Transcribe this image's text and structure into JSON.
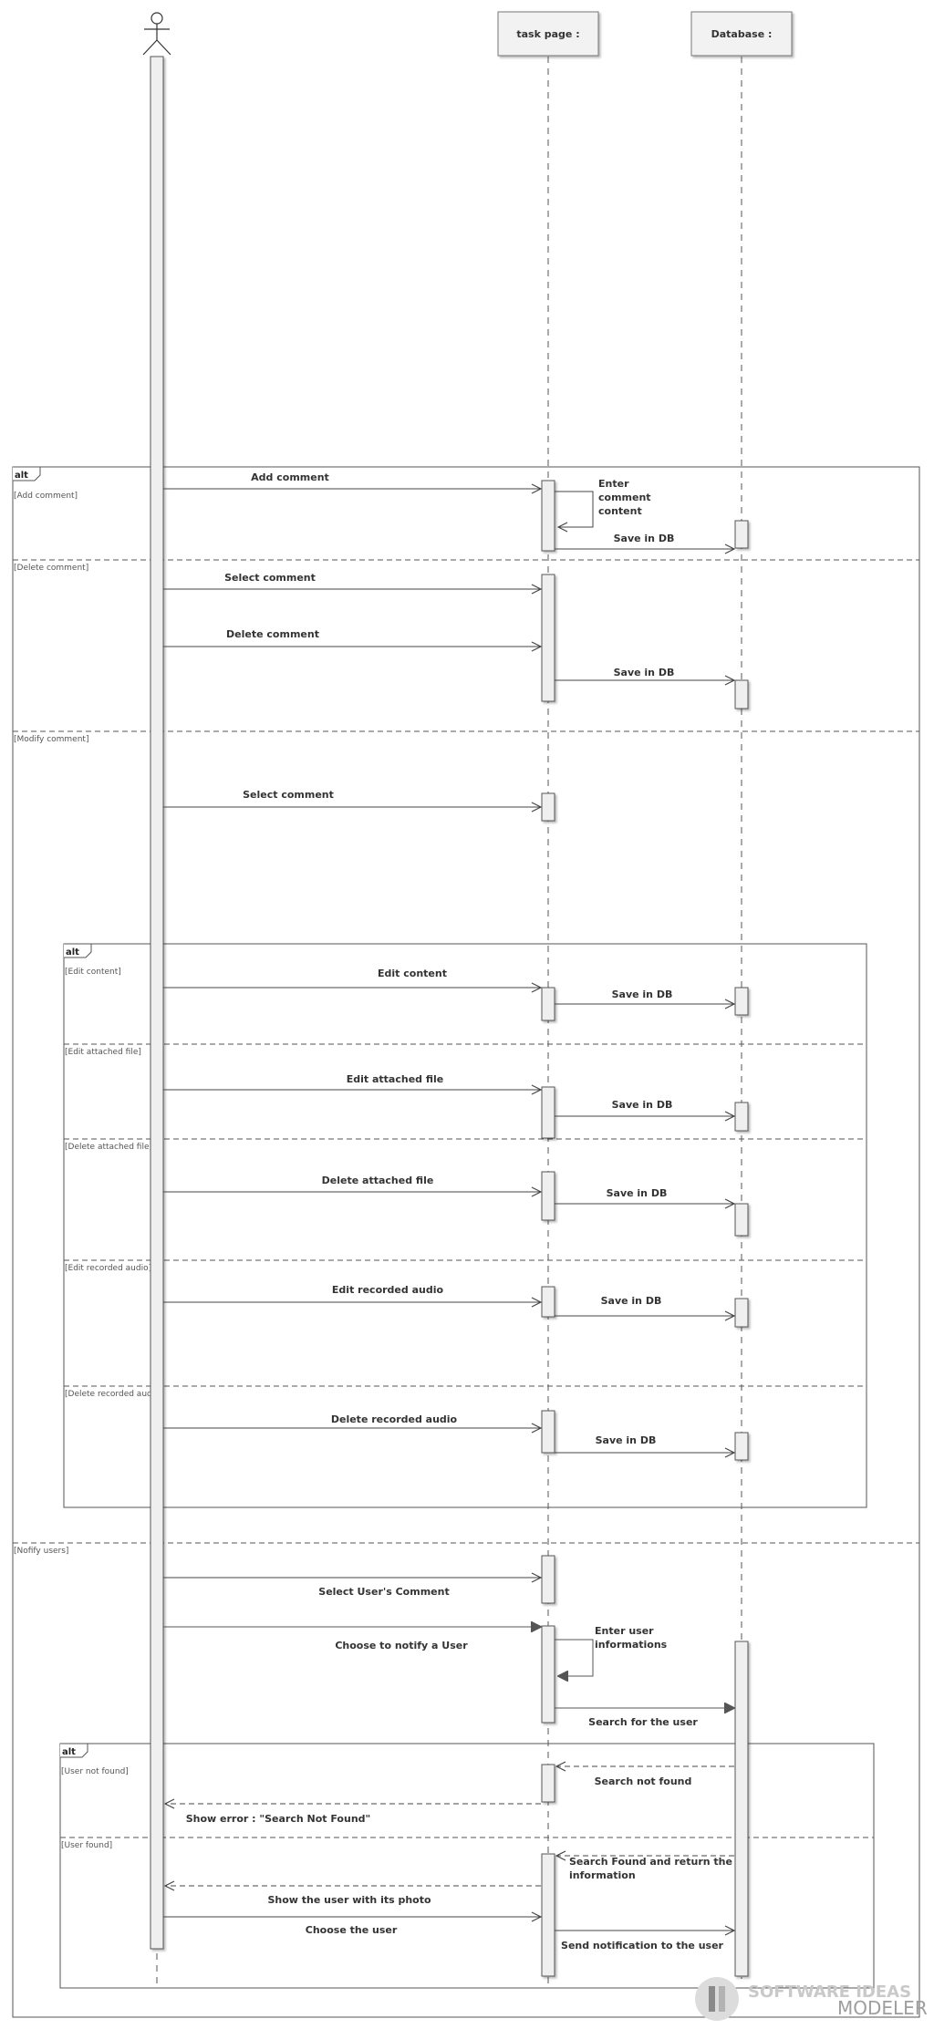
{
  "lifelines": {
    "task_page": "task page :",
    "database": "Database :"
  },
  "fragments": {
    "outer": {
      "tag": "alt",
      "guards": [
        "[Add comment]",
        "[Delete comment]",
        "[Modify comment]",
        "[Nofify users]"
      ]
    },
    "modify": {
      "tag": "alt",
      "guards": [
        "[Edit content]",
        "[Edit attached file]",
        "[Delete attached file]",
        "[Edit recorded audio]",
        "[Delete recorded audio]"
      ]
    },
    "notify": {
      "tag": "alt",
      "guards": [
        "[User not found]",
        "[User found]"
      ]
    }
  },
  "messages": {
    "add_comment": "Add comment",
    "enter_comment_content": [
      "Enter",
      "comment",
      "content"
    ],
    "save_db": "Save in DB",
    "select_comment": "Select comment",
    "delete_comment": "Delete comment",
    "edit_content": "Edit content",
    "edit_attached_file": "Edit attached file",
    "delete_attached_file": "Delete attached file",
    "edit_recorded_audio": "Edit recorded audio",
    "delete_recorded_audio": "Delete recorded audio",
    "select_users_comment": "Select User's Comment",
    "choose_to_notify": "Choose to notify a User",
    "enter_user_info": [
      "Enter user",
      "informations"
    ],
    "search_for_user": "Search for the user",
    "search_not_found": "Search not found",
    "show_error": "Show error : \"Search Not Found\"",
    "search_found": [
      "Search Found and return the",
      "information"
    ],
    "show_user_photo": "Show the user with its photo",
    "choose_user": "Choose the user",
    "send_notification": "Send notification to the user"
  },
  "watermark": {
    "line1": "SOFTWARE IDEAS",
    "line2": "MODELER"
  }
}
